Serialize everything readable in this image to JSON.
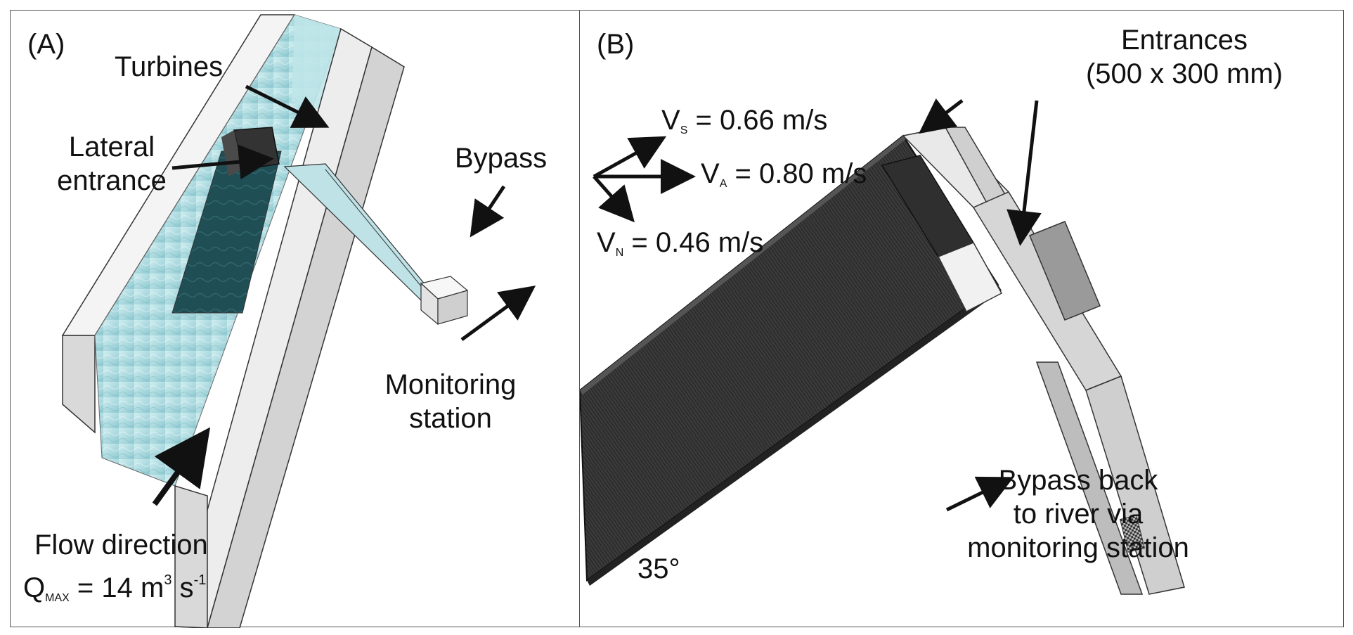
{
  "panel_a": {
    "tag": "(A)",
    "turbines": "Turbines",
    "lateral_entrance_line1": "Lateral",
    "lateral_entrance_line2": "entrance",
    "bypass": "Bypass",
    "monitoring_line1": "Monitoring",
    "monitoring_line2": "station",
    "flow_direction": "Flow direction",
    "q_symbol": "Q",
    "q_sub": "MAX",
    "q_value": " = 14 m",
    "q_exp1": "3",
    "q_unit_s": " s",
    "q_exp2": "-1"
  },
  "panel_b": {
    "tag": "(B)",
    "entrances_line1": "Entrances",
    "entrances_line2": "(500 x 300 mm)",
    "vs_symbol": "V",
    "vs_sub": "S",
    "vs_value": " = 0.66 m/s",
    "va_symbol": "V",
    "va_sub": "A",
    "va_value": " = 0.80 m/s",
    "vn_symbol": "V",
    "vn_sub": "N",
    "vn_value": " = 0.46 m/s",
    "angle": "35°",
    "bypass_back_line1": "Bypass back",
    "bypass_back_line2": "to river via",
    "bypass_back_line3": "monitoring station"
  },
  "colors": {
    "water_light": "#a9d6dc",
    "water_dark": "#1f4e55",
    "concrete": "#f2f2f2",
    "concrete_shade": "#cfcfcf",
    "screen": "#2b2b2b",
    "arrow": "#111111"
  }
}
